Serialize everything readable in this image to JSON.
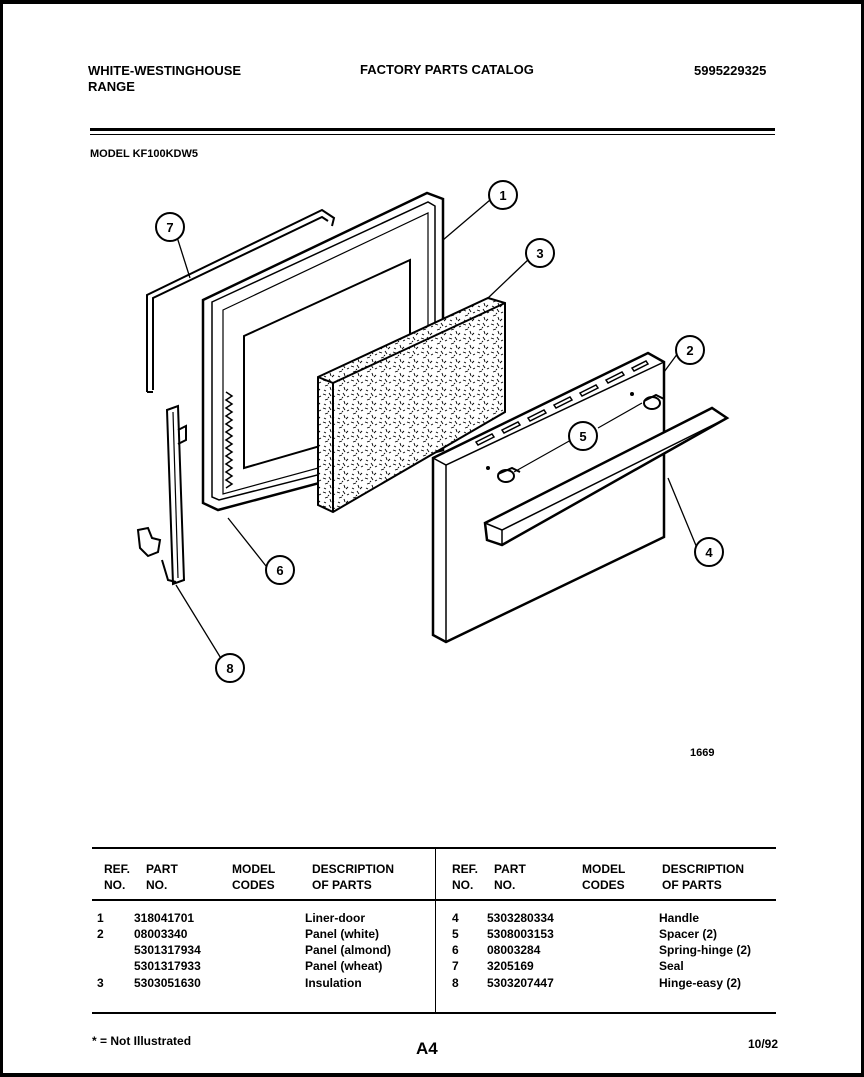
{
  "header": {
    "brand_line1": "WHITE-WESTINGHOUSE",
    "brand_line2": "RANGE",
    "catalog_title": "FACTORY PARTS CATALOG",
    "catalog_number": "5995229325",
    "model_label": "MODEL KF100KDW5"
  },
  "diagram": {
    "callouts": [
      "1",
      "2",
      "3",
      "4",
      "5",
      "6",
      "7",
      "8"
    ],
    "drawing_number": "1669"
  },
  "table": {
    "headers": {
      "ref_no": "REF.\nNO.",
      "part_no": "PART\nNO.",
      "model_codes": "MODEL\nCODES",
      "description": "DESCRIPTION\nOF PARTS"
    },
    "left_rows": [
      {
        "ref": "1",
        "part": "318041701",
        "desc": "Liner-door"
      },
      {
        "ref": "2",
        "part": "08003340",
        "desc": "Panel (white)"
      },
      {
        "ref": "",
        "part": "5301317934",
        "desc": "Panel (almond)"
      },
      {
        "ref": "",
        "part": "5301317933",
        "desc": "Panel (wheat)"
      },
      {
        "ref": "3",
        "part": "5303051630",
        "desc": "Insulation"
      }
    ],
    "right_rows": [
      {
        "ref": "4",
        "part": "5303280334",
        "desc": "Handle"
      },
      {
        "ref": "5",
        "part": "5308003153",
        "desc": "Spacer (2)"
      },
      {
        "ref": "6",
        "part": "08003284",
        "desc": "Spring-hinge (2)"
      },
      {
        "ref": "7",
        "part": "3205169",
        "desc": "Seal"
      },
      {
        "ref": "8",
        "part": "5303207447",
        "desc": "Hinge-easy (2)"
      }
    ]
  },
  "footer": {
    "note": "* = Not Illustrated",
    "page": "A4",
    "date": "10/92"
  }
}
